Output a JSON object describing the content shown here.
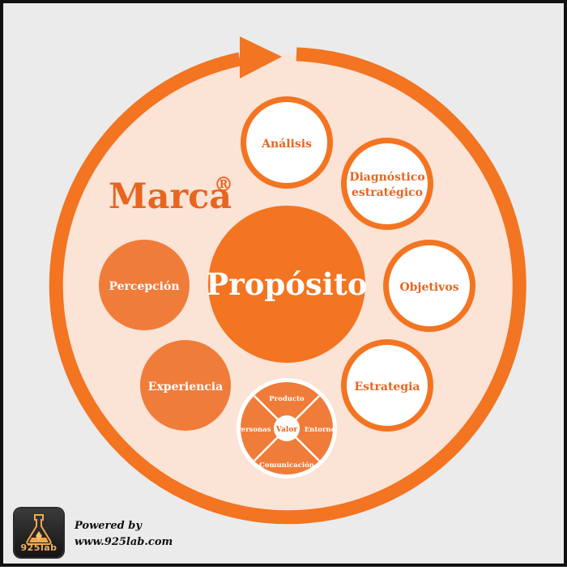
{
  "colors": {
    "orange": "#f37421",
    "orange_mid": "#f07c3a",
    "orange_dark": "#e8651f",
    "disc": "#fbe3d6",
    "white": "#ffffff"
  },
  "brand": {
    "title": "Marca",
    "registered": "®"
  },
  "center": {
    "label": "Propósito"
  },
  "outer_steps": [
    {
      "id": "analisis",
      "lines": [
        "Análisis"
      ],
      "style": "white"
    },
    {
      "id": "diagnostico",
      "lines": [
        "Diagnóstico",
        "estratégico"
      ],
      "style": "white"
    },
    {
      "id": "objetivos",
      "lines": [
        "Objetivos"
      ],
      "style": "white"
    },
    {
      "id": "estrategia",
      "lines": [
        "Estrategia"
      ],
      "style": "white"
    },
    {
      "id": "experiencia",
      "lines": [
        "Experiencia"
      ],
      "style": "orange"
    },
    {
      "id": "percepcion",
      "lines": [
        "Percepción"
      ],
      "style": "orange"
    }
  ],
  "value_wheel": {
    "center": "Valor",
    "top": "Producto",
    "right": "Entorno",
    "bottom": "Comunicación",
    "left": "Personas"
  },
  "footer": {
    "logo_text": "925lab",
    "powered_line1": "Powered by",
    "powered_line2": "www.925lab.com"
  }
}
